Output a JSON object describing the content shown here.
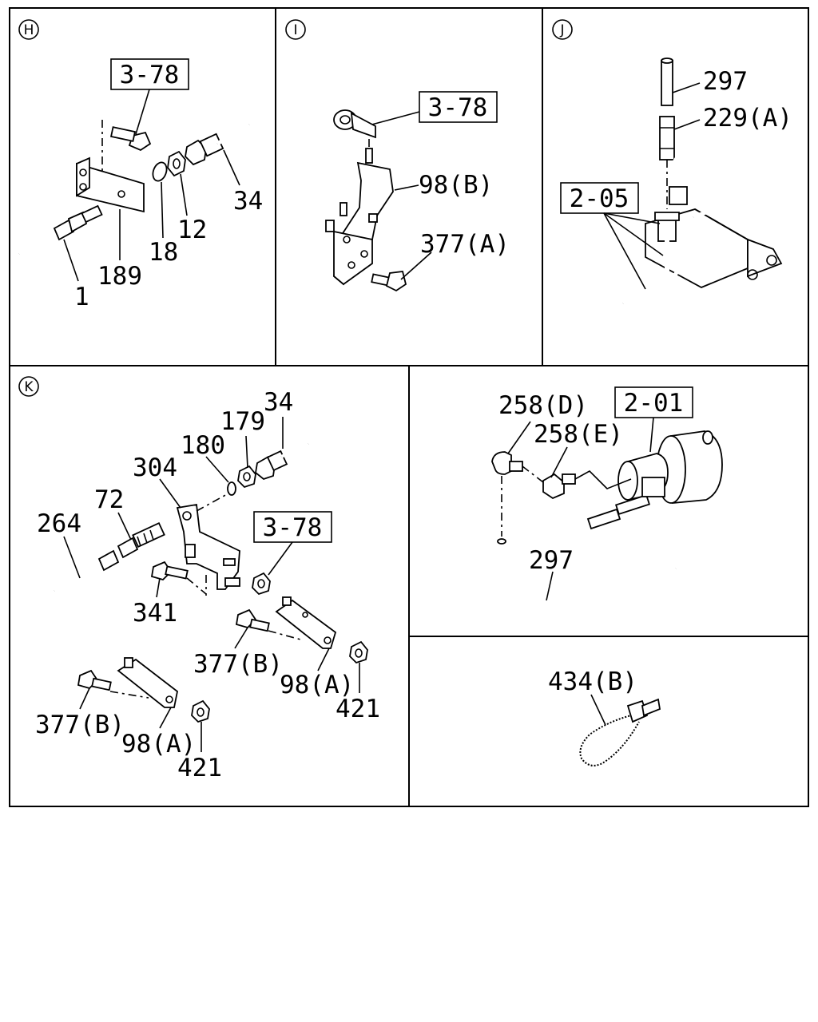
{
  "panels": {
    "H": {
      "letter": "H",
      "ref": "3-78",
      "labels": {
        "p34": "34",
        "p12": "12",
        "p18": "18",
        "p189": "189",
        "p1": "1"
      }
    },
    "I": {
      "letter": "I",
      "ref": "3-78",
      "labels": {
        "p98b": "98(B)",
        "p377a": "377(A)"
      }
    },
    "J": {
      "letter": "J",
      "ref": "2-05",
      "labels": {
        "p297": "297",
        "p229a": "229(A)"
      }
    },
    "K": {
      "letter": "K",
      "ref": "3-78",
      "labels": {
        "p34": "34",
        "p179": "179",
        "p180": "180",
        "p304": "304",
        "p72": "72",
        "p264": "264",
        "p341": "341",
        "p377b_1": "377(B)",
        "p98a_1": "98(A)",
        "p421_1": "421",
        "p377b_2": "377(B)",
        "p98a_2": "98(A)",
        "p421_2": "421"
      }
    },
    "starter": {
      "ref": "2-01",
      "labels": {
        "p258d": "258(D)",
        "p258e": "258(E)",
        "p297": "297"
      }
    },
    "tie": {
      "labels": {
        "p434b": "434(B)"
      }
    }
  }
}
